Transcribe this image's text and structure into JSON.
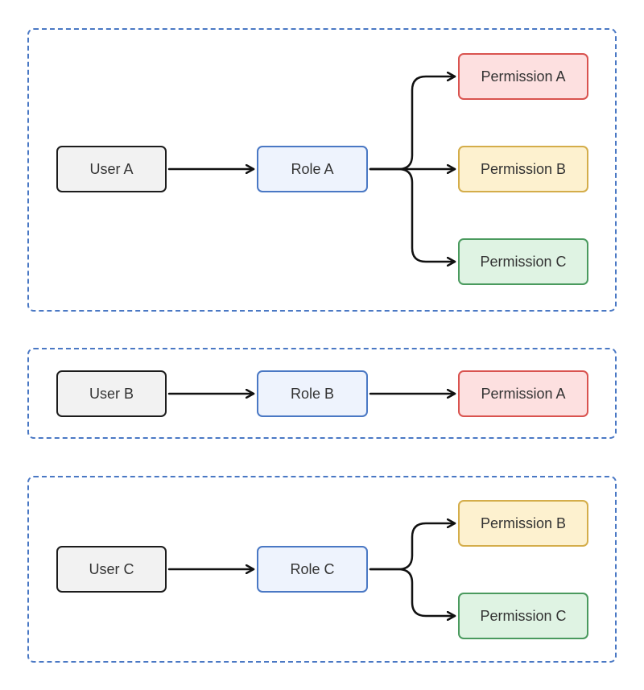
{
  "colors": {
    "group_border": "#4a78c4",
    "user": {
      "fill": "#f2f2f2",
      "stroke": "#1c1c1c"
    },
    "role": {
      "fill": "#eef3fd",
      "stroke": "#4a78c4"
    },
    "permission_a": {
      "fill": "#fde0e0",
      "stroke": "#d9534f"
    },
    "permission_b": {
      "fill": "#fdf1cf",
      "stroke": "#d4ad4a"
    },
    "permission_c": {
      "fill": "#dff3e3",
      "stroke": "#4a9a5e"
    },
    "arrow": "#111111"
  },
  "groups": [
    {
      "user": "User A",
      "role": "Role A",
      "permissions": [
        "Permission A",
        "Permission B",
        "Permission C"
      ]
    },
    {
      "user": "User B",
      "role": "Role B",
      "permissions": [
        "Permission A"
      ]
    },
    {
      "user": "User C",
      "role": "Role C",
      "permissions": [
        "Permission B",
        "Permission C"
      ]
    }
  ]
}
